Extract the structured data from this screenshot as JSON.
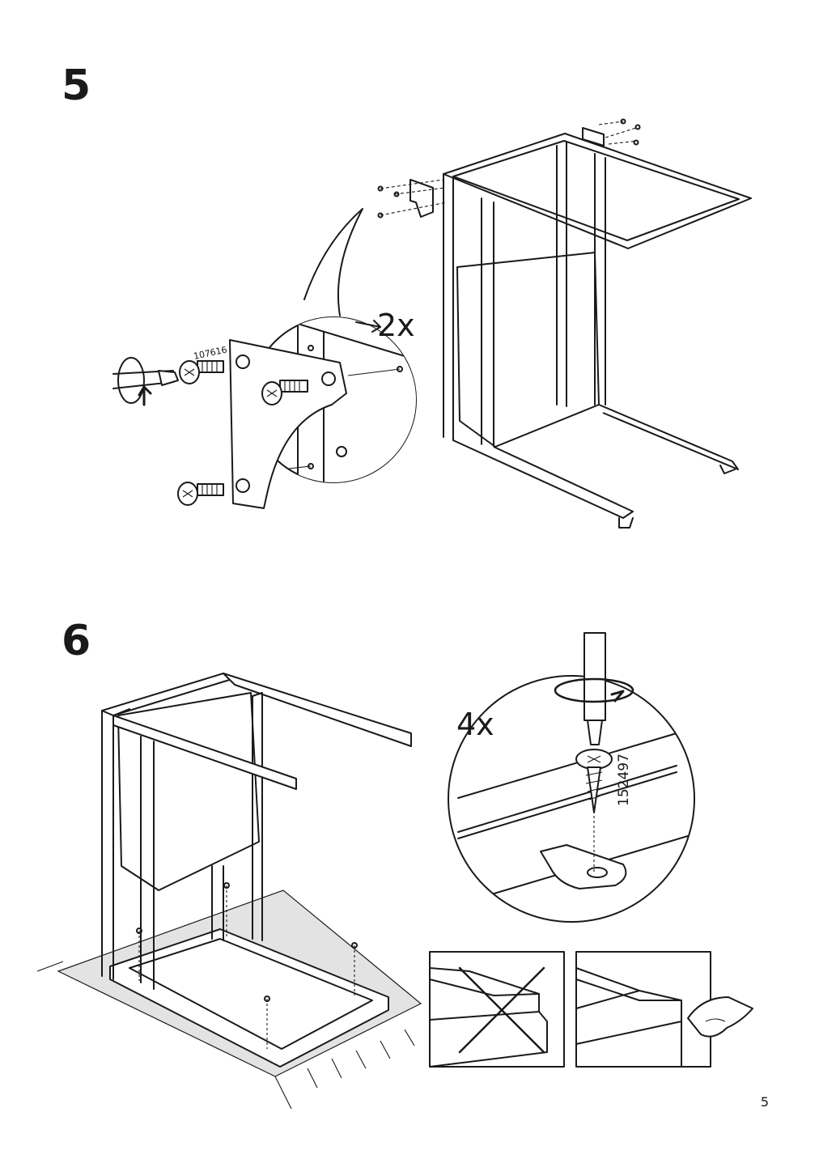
{
  "steps": [
    {
      "number": "5",
      "callout_quantity": "2x",
      "part_number": "107616"
    },
    {
      "number": "6",
      "callout_quantity": "4x",
      "part_number": "152497",
      "panels": [
        {
          "name": "incorrect-alignment",
          "mark": "cross"
        },
        {
          "name": "correct-alignment",
          "mark": "pointing-hand"
        }
      ]
    }
  ],
  "page_number": "5"
}
